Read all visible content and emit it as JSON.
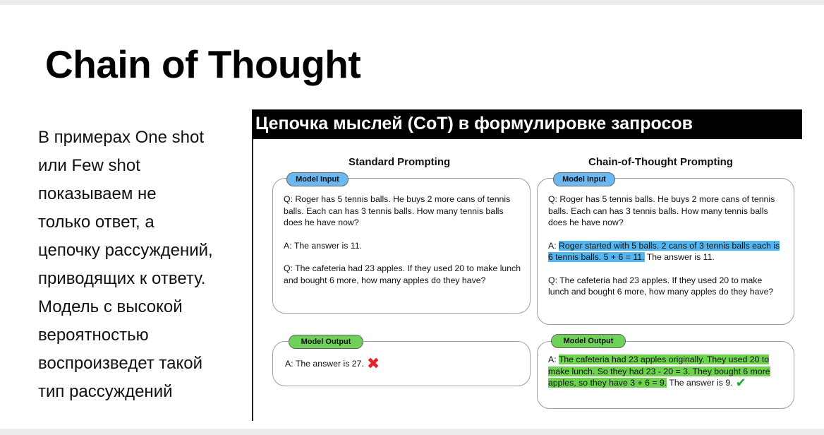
{
  "slide": {
    "title": "Chain of Thought",
    "body_lines": [
      "В примерах One shot",
      "или Few shot",
      "показываем не",
      "только ответ, а",
      "цепочку рассуждений,",
      "приводящих к ответу.",
      "Модель с высокой",
      "вероятностью",
      "воспроизведет такой",
      "тип рассуждений"
    ]
  },
  "figure": {
    "header": "Цепочка мыслей (CoT) в формулировке запросов",
    "standard": {
      "heading": "Standard Prompting",
      "input_pill": "Model Input",
      "input_q1": "Q: Roger has 5 tennis balls. He buys 2 more cans of tennis balls. Each can has 3 tennis balls. How many tennis balls does he have now?",
      "input_a1": "A: The answer is 11.",
      "input_q2": "Q: The cafeteria had 23 apples. If they used 20 to make lunch and bought 6 more, how many apples do they have?",
      "output_pill": "Model Output",
      "output_text": "A: The answer is 27.",
      "output_mark": "✖",
      "output_color": "#e3242b"
    },
    "cot": {
      "heading": "Chain-of-Thought Prompting",
      "input_pill": "Model Input",
      "input_q1": "Q: Roger has 5 tennis balls. He buys 2 more cans of tennis balls. Each can has 3 tennis balls. How many tennis balls does he have now?",
      "input_a1_prefix": "A: ",
      "input_a1_highlight": "Roger started with 5 balls. 2 cans of 3 tennis balls each is 6 tennis balls. 5 + 6 = 11.",
      "input_a1_suffix": " The answer is 11.",
      "input_q2": "Q: The cafeteria had 23 apples. If they used 20 to make lunch and bought 6 more, how many apples do they have?",
      "output_pill": "Model Output",
      "output_prefix": "A: ",
      "output_highlight": "The cafeteria had 23 apples originally. They used 20 to make lunch. So they had 23 - 20 = 3. They bought 6 more apples, so they have 3 + 6 = 9.",
      "output_suffix": " The answer is 9.",
      "output_mark": "✔",
      "output_color": "#1fa838"
    }
  }
}
